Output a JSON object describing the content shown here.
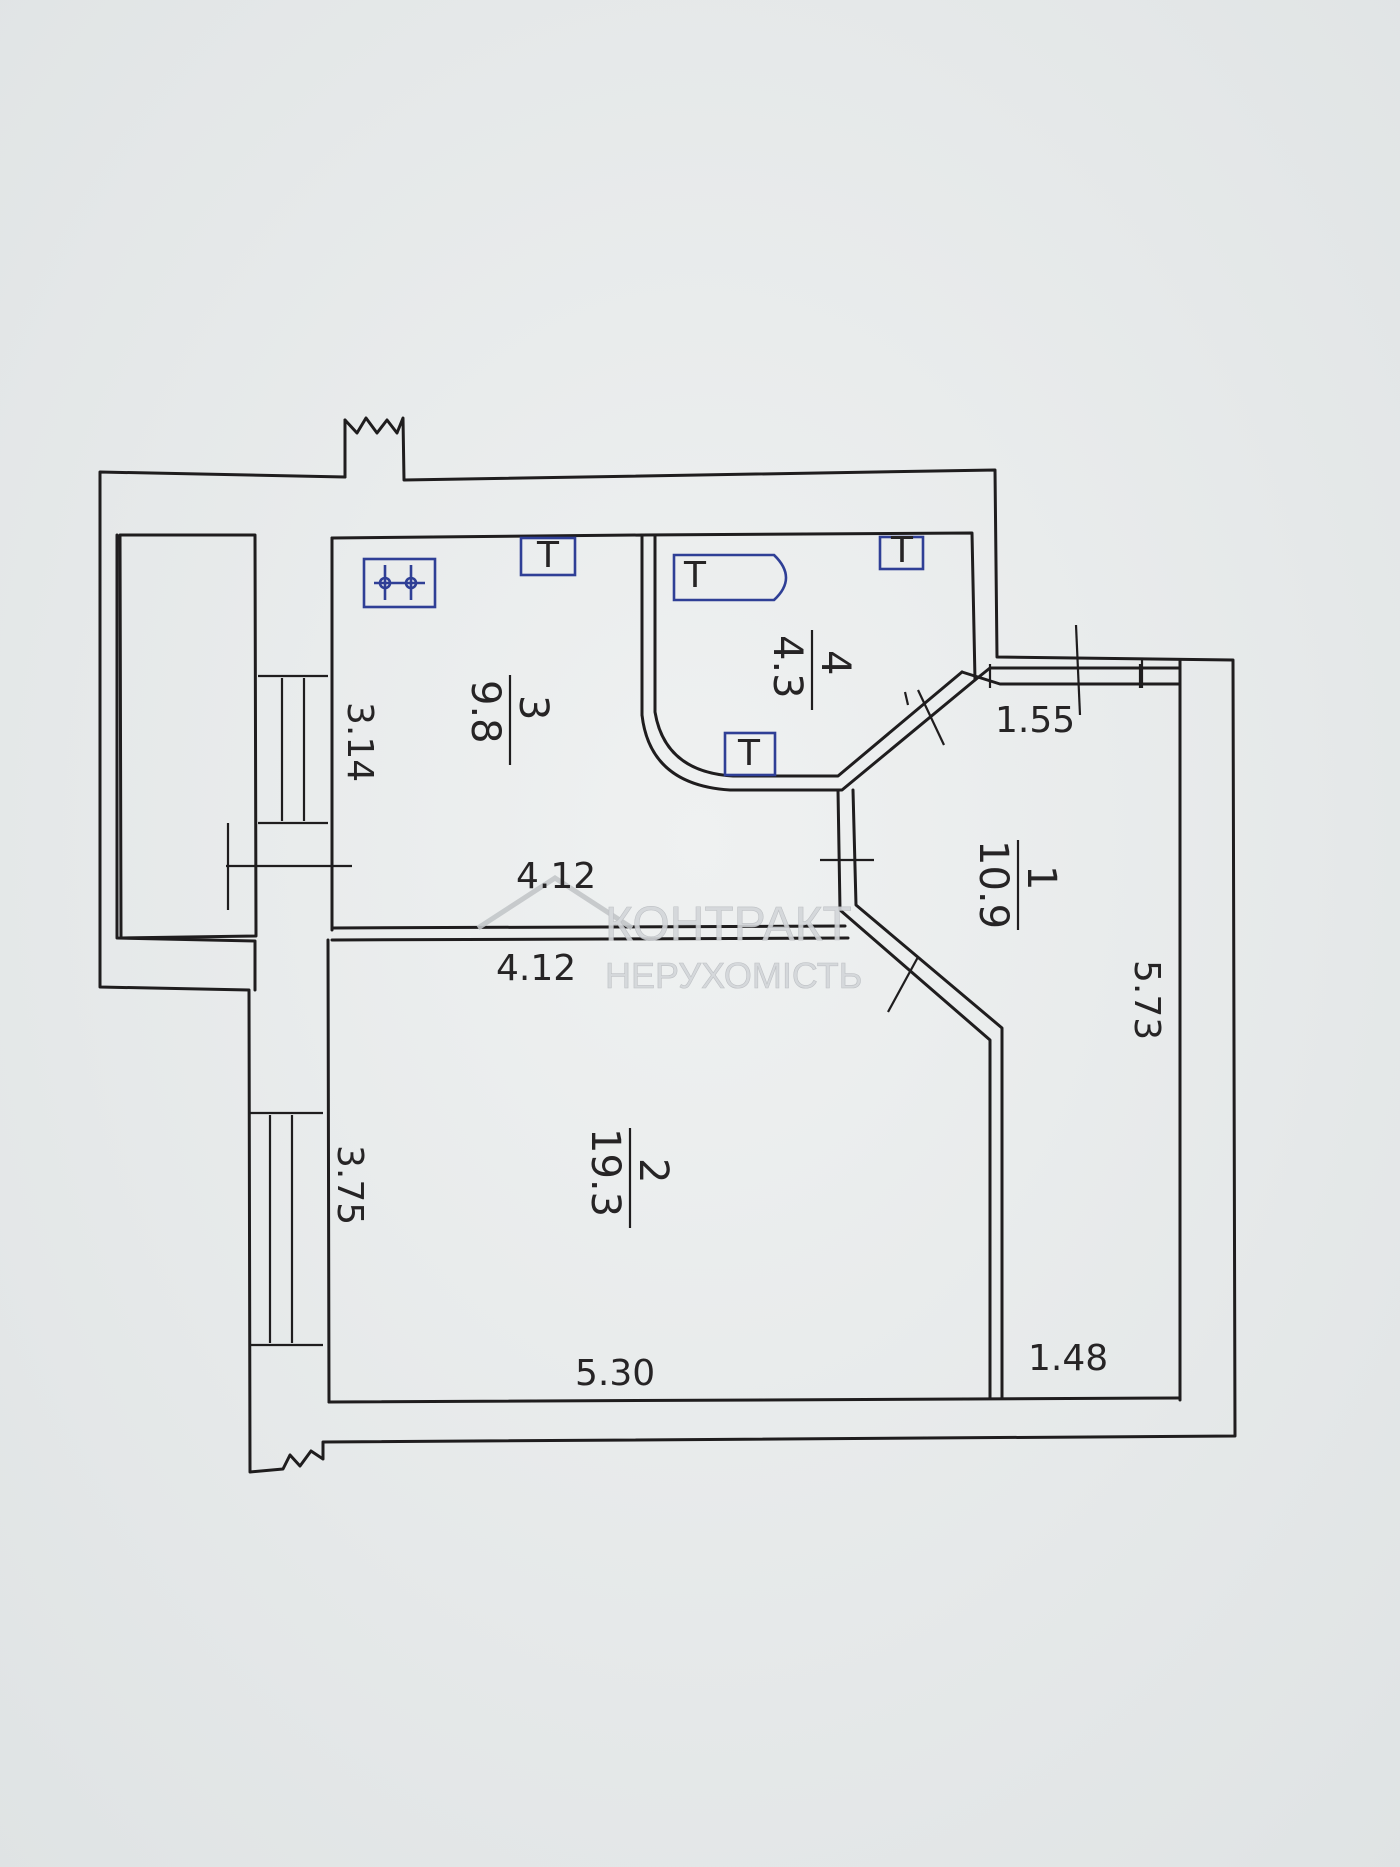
{
  "rooms": [
    {
      "number": "1",
      "area": "10.9"
    },
    {
      "number": "2",
      "area": "19.3"
    },
    {
      "number": "3",
      "area": "9.8"
    },
    {
      "number": "4",
      "area": "4.3"
    }
  ],
  "dimensions": {
    "kitchen_height": "3.14",
    "kitchen_width": "4.12",
    "room_top_width": "4.12",
    "room_height": "3.75",
    "room_bottom_width": "5.30",
    "hall_right_height": "5.73",
    "hall_top_width": "1.55",
    "hall_bottom_width": "1.48"
  },
  "fixtures": {
    "stove_icon": "stove-icon",
    "sink_label": "T",
    "bath_label": "T",
    "toilet_label": "T"
  },
  "watermark": {
    "line1": "КОНТРАКТ",
    "line2": "НЕРУХОМІСТЬ"
  },
  "colors": {
    "ink": "#1f1d1e",
    "fixture_ink": "#2f3f96",
    "paper": "#e9ecec",
    "watermark": "#d3d6d9"
  }
}
